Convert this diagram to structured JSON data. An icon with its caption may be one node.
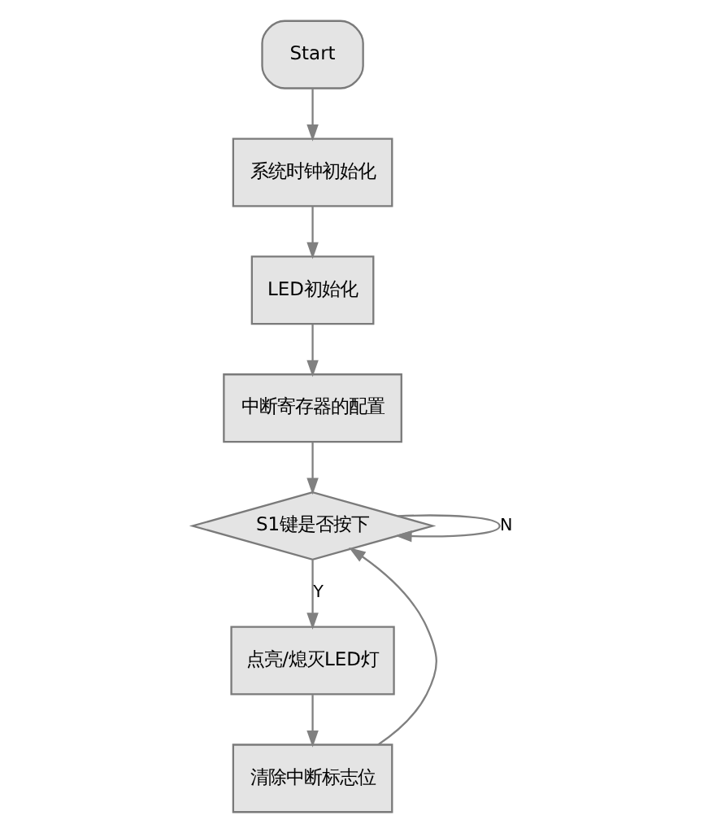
{
  "diagram": {
    "nodes": [
      {
        "text": [
          "Start"
        ]
      },
      {
        "text": [
          "系统时钟初始化"
        ]
      },
      {
        "text": [
          "LED初始化"
        ]
      },
      {
        "text": [
          "中断寄存器的配置"
        ]
      },
      {
        "text": [
          "S1键是否按下"
        ]
      },
      {
        "text": [
          "点亮/熄灭LED灯"
        ]
      },
      {
        "text": [
          "清除中断标志位"
        ]
      }
    ],
    "edges": [
      {
        "from": 0,
        "to": 1,
        "arrow": "to"
      },
      {
        "from": 1,
        "to": 2,
        "arrow": "to"
      },
      {
        "from": 2,
        "to": 3,
        "arrow": "to"
      },
      {
        "from": 3,
        "to": 4,
        "arrow": "to"
      },
      {
        "from": 4,
        "to": 4,
        "arrow": "to",
        "label": "N"
      },
      {
        "from": 4,
        "to": 5,
        "arrow": "to",
        "label": "Y"
      },
      {
        "from": 5,
        "to": 6,
        "arrow": "to"
      },
      {
        "from": 6,
        "to": 4,
        "arrow": "to"
      }
    ]
  }
}
